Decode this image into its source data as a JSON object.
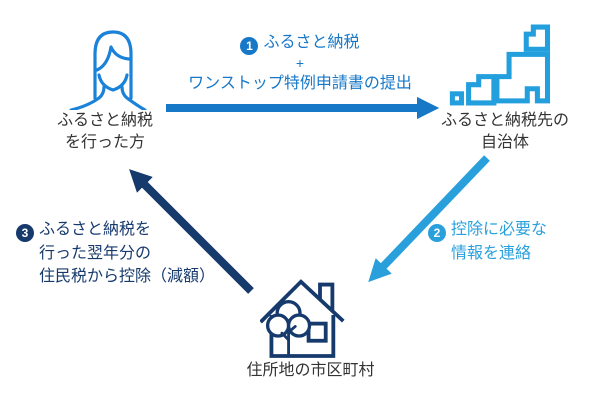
{
  "diagram": {
    "description": "Furusato tax one-stop exception system flow",
    "colors": {
      "step1_blue": "#1878C8",
      "step2_light_blue": "#29A0DC",
      "step3_navy": "#173A6D",
      "label_gray": "#333333"
    },
    "nodes": {
      "donor": {
        "icon": "person-icon",
        "label_line1": "ふるさと納税",
        "label_line2": "を行った方"
      },
      "municipality": {
        "icon": "japan-map-icon",
        "label_line1": "ふるさと納税先の",
        "label_line2": "自治体"
      },
      "residence": {
        "icon": "house-icon",
        "label": "住所地の市区町村"
      }
    },
    "steps": [
      {
        "number": "1",
        "line1": "ふるさと納税",
        "line2": "+",
        "line3": "ワンストップ特例申請書の提出",
        "from": "donor",
        "to": "municipality"
      },
      {
        "number": "2",
        "line1": "控除に必要な",
        "line2": "情報を連絡",
        "from": "municipality",
        "to": "residence"
      },
      {
        "number": "3",
        "line1": "ふるさと納税を",
        "line2": "行った翌年分の",
        "line3": "住民税から控除（減額）",
        "from": "residence",
        "to": "donor"
      }
    ]
  }
}
